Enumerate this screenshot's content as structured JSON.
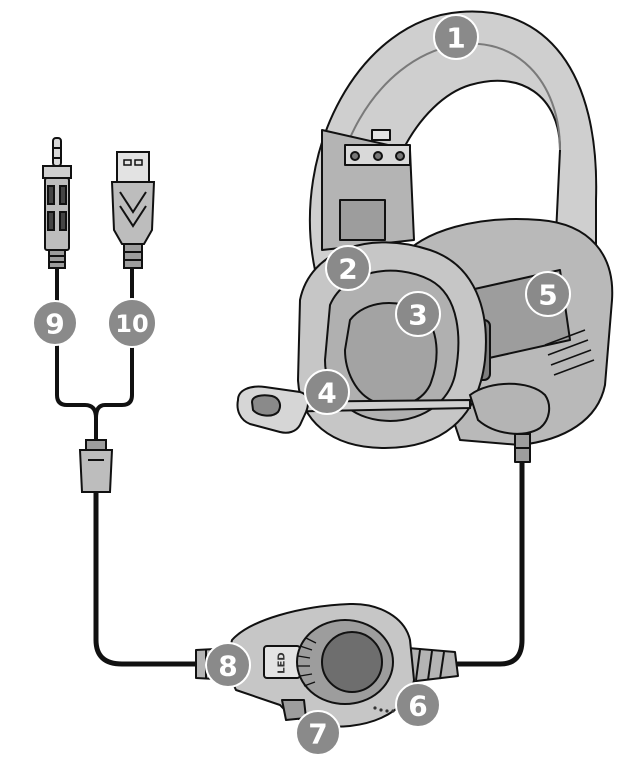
{
  "diagram": {
    "markers": [
      {
        "id": "1",
        "label": "1"
      },
      {
        "id": "2",
        "label": "2"
      },
      {
        "id": "3",
        "label": "3"
      },
      {
        "id": "4",
        "label": "4"
      },
      {
        "id": "5",
        "label": "5"
      },
      {
        "id": "6",
        "label": "6"
      },
      {
        "id": "7",
        "label": "7"
      },
      {
        "id": "8",
        "label": "8"
      },
      {
        "id": "9",
        "label": "9"
      },
      {
        "id": "10",
        "label": "10"
      }
    ],
    "control_box": {
      "led_label": "LED"
    }
  },
  "colors": {
    "outline": "#1a1a1a",
    "shell": "#cfcfcf",
    "shell_dark": "#9d9d9d",
    "marker": "#8a8a8a"
  }
}
